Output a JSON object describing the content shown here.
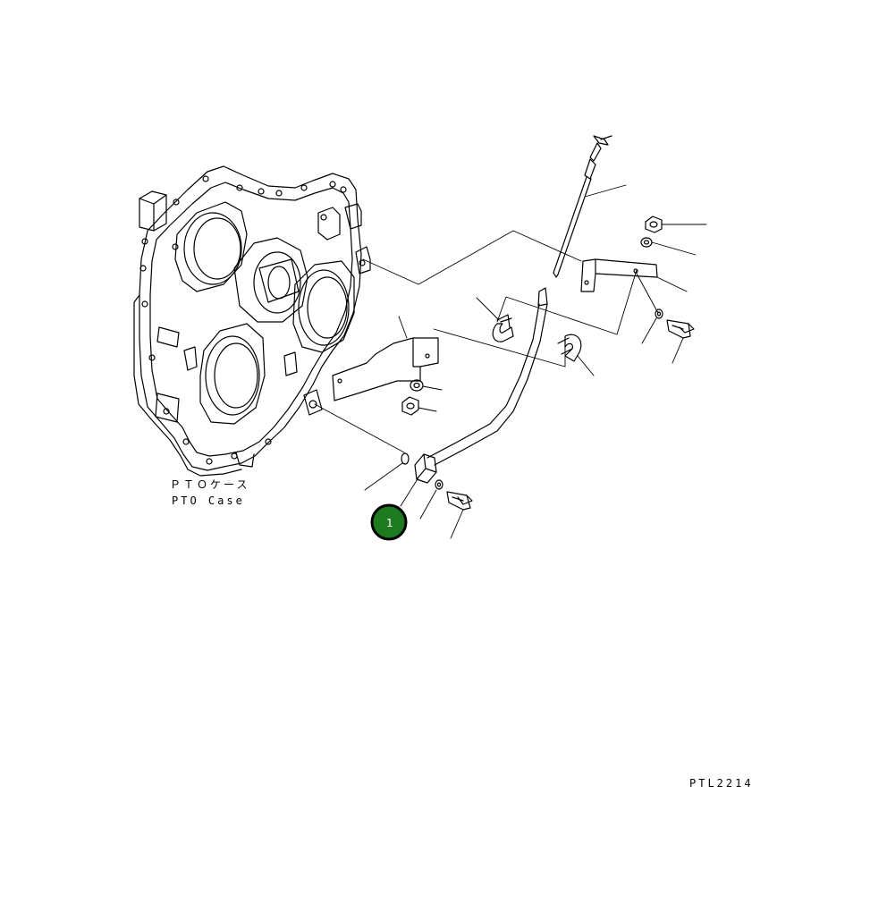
{
  "case_label_jp": "ＰＴＯケース",
  "case_label_en": "PTO Case",
  "drawing_number": "PTL2214",
  "callout": {
    "number": "1",
    "fill": "#1e7a1e",
    "ring": "#000000"
  },
  "icons": {
    "case": "pto-case-housing",
    "dipstick": "dipstick-gauge",
    "tube": "dipstick-guide-tube",
    "bracket": "support-bracket",
    "clip": "u-clip",
    "bolt": "hex-bolt",
    "nut": "hex-nut",
    "washer": "washer",
    "oring": "o-ring"
  }
}
